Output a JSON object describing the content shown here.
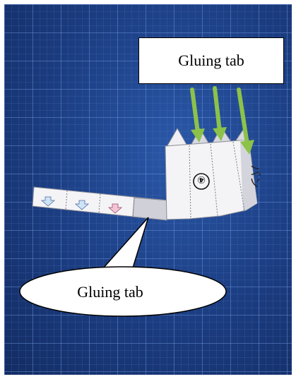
{
  "callouts": {
    "top_label": "Gluing tab",
    "bottom_label": "Gluing tab"
  },
  "model": {
    "circled_number": "④",
    "side_text": "パン"
  },
  "colors": {
    "mat_blue": "#1c3f86",
    "arrow_green": "#8cc24a",
    "paper_white": "#f4f4f6",
    "tab_gray": "#cfd0d8"
  },
  "icons": {
    "strip_arrows": [
      "down-arrow-blue",
      "down-arrow-blue",
      "down-arrow-pink"
    ]
  }
}
